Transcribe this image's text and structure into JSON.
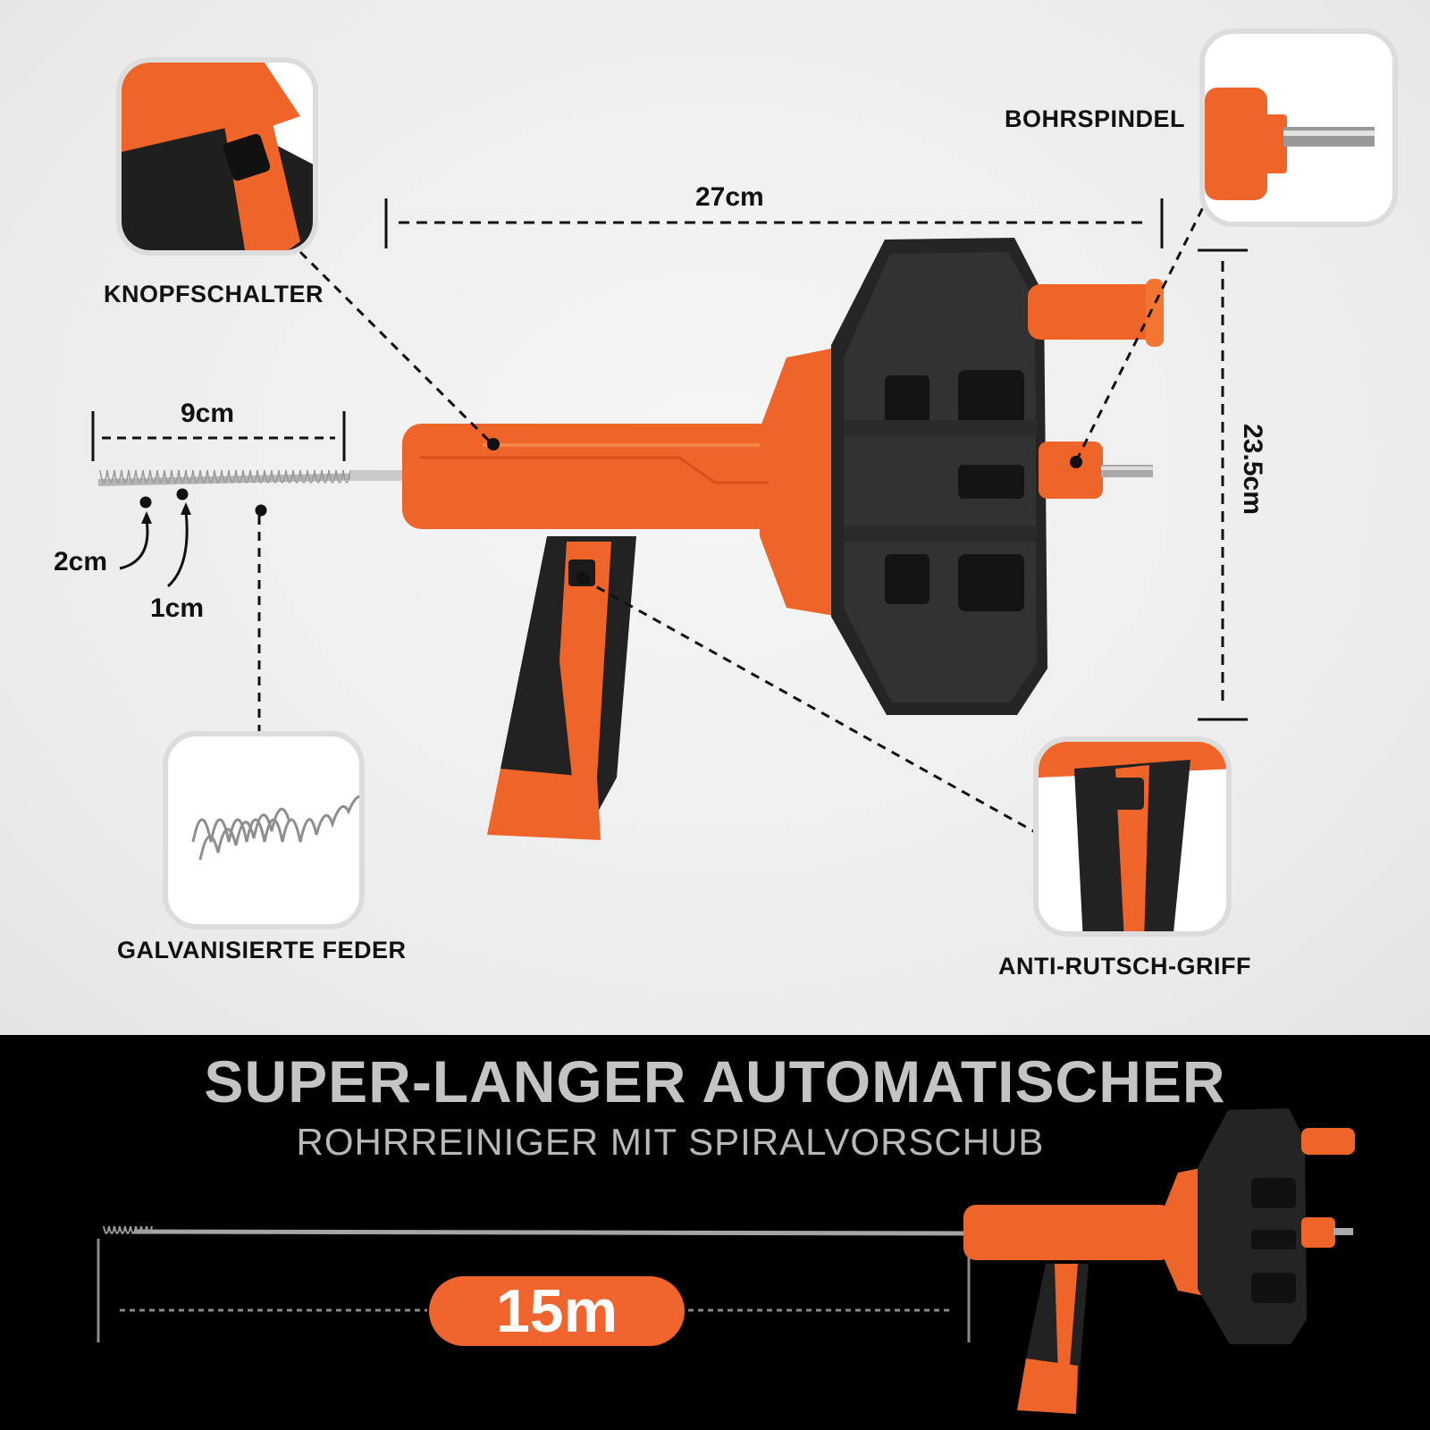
{
  "labels": {
    "knopfschalter": "KNOPFSCHALTER",
    "bohrspindel": "BOHRSPINDEL",
    "galvanisierte_feder": "GALVANISIERTE FEDER",
    "anti_rutsch_griff": "ANTI-RUTSCH-GRIFF"
  },
  "dimensions": {
    "width": "27cm",
    "height": "23.5cm",
    "spring_length": "9cm",
    "coil_outer": "2cm",
    "coil_inner": "1cm"
  },
  "banner": {
    "headline": "SUPER-LANGER AUTOMATISCHER",
    "subline": "ROHRREINIGER MIT SPIRALVORSCHUB",
    "cable_length": "15m"
  },
  "colors": {
    "orange": "#f0642d",
    "black": "#1b1b1b",
    "background": "#ececec",
    "banner": "#000000"
  }
}
